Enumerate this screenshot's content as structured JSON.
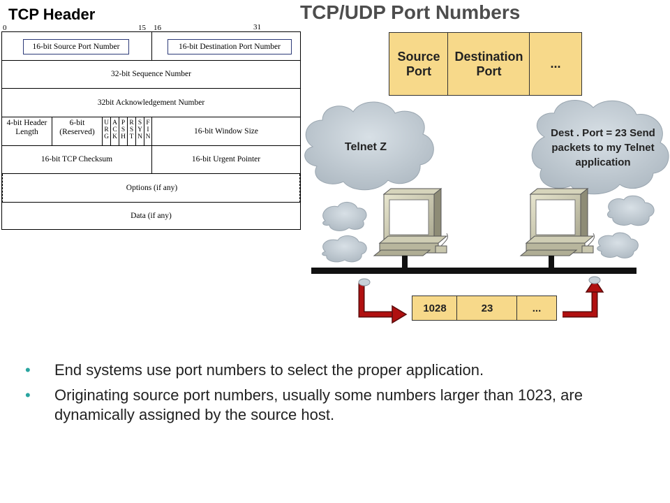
{
  "titles": {
    "left": "TCP Header",
    "right": "TCP/UDP Port Numbers"
  },
  "bit_numbers": {
    "start": "0",
    "mid_a": "15",
    "mid_b": "16",
    "end": "31"
  },
  "tcp_header": {
    "row1": {
      "left": "16-bit Source Port Number",
      "right": "16-bit Destination Port Number"
    },
    "row2": "32-bit Sequence Number",
    "row3": "32bit Acknowledgement Number",
    "row4": {
      "header_length": "4-bit Header Length",
      "reserved": "6-bit (Reserved)",
      "flags": [
        [
          "U",
          "R",
          "G"
        ],
        [
          "A",
          "C",
          "K"
        ],
        [
          "P",
          "S",
          "H"
        ],
        [
          "R",
          "S",
          "T"
        ],
        [
          "S",
          "Y",
          "N"
        ],
        [
          "F",
          "I",
          "N"
        ]
      ],
      "window": "16-bit Window Size"
    },
    "row5": {
      "left": "16-bit TCP Checksum",
      "right": "16-bit Urgent Pointer"
    },
    "row6": "Options (if any)",
    "row7": "Data (if any)"
  },
  "port_fields": {
    "source": "Source Port",
    "destination": "Destination Port",
    "more": "..."
  },
  "clouds": {
    "left": "Telnet Z",
    "right": "Dest . Port = 23 Send packets to my Telnet application"
  },
  "packet": {
    "src": "1028",
    "dst": "23",
    "more": "..."
  },
  "bullets": [
    "End systems use port numbers to select the proper application.",
    "Originating source port numbers, usually some numbers larger than 1023, are dynamically assigned by the source host."
  ],
  "colors": {
    "field_fill": "#f7d98a",
    "cloud_fill": "#c3cdd5",
    "arrow_red": "#b01010",
    "title_gray": "#4d4d4d",
    "bullet_teal": "#2aa5a0"
  }
}
